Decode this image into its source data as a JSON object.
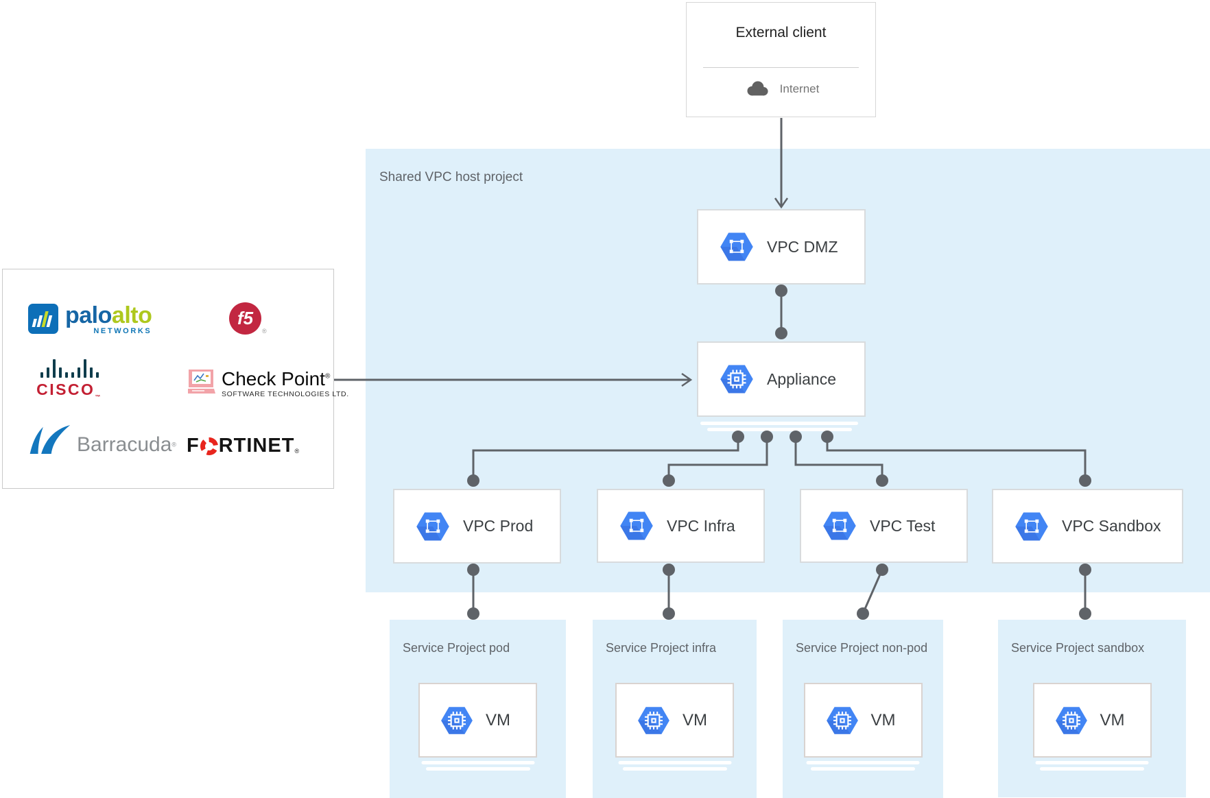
{
  "external_client": {
    "title": "External client",
    "network_label": "Internet"
  },
  "region": {
    "label": "Shared VPC host project"
  },
  "nodes": {
    "vpc_dmz": {
      "label": "VPC DMZ"
    },
    "appliance": {
      "label": "Appliance"
    }
  },
  "vpcs": [
    {
      "label": "VPC Prod"
    },
    {
      "label": "VPC Infra"
    },
    {
      "label": "VPC Test"
    },
    {
      "label": "VPC Sandbox"
    }
  ],
  "service_projects": [
    {
      "label": "Service Project pod",
      "vm": "VM"
    },
    {
      "label": "Service Project infra",
      "vm": "VM"
    },
    {
      "label": "Service Project non-pod",
      "vm": "VM"
    },
    {
      "label": "Service Project sandbox",
      "vm": "VM"
    }
  ],
  "vendors": {
    "palo_alto": {
      "word1": "palo",
      "word2": "alto",
      "sub": "NETWORKS"
    },
    "f5": {
      "text": "f5",
      "reg": "®"
    },
    "cisco": {
      "text": "CISCO",
      "tm": "™"
    },
    "check_point": {
      "name": "Check Point",
      "reg": "®",
      "sub": "SOFTWARE TECHNOLOGIES LTD."
    },
    "barracuda": {
      "name": "Barracuda",
      "reg": "®"
    },
    "fortinet": {
      "first": "F",
      "rest": "RTINET",
      "reg": "®"
    }
  },
  "colors": {
    "region_background": "#DFF0FA",
    "connector": "#5F6368",
    "hexagon_blue": "#4285F4",
    "hexagon_fold": "#3367D6",
    "node_text": "#3C4043",
    "muted_text": "#5F6368",
    "cisco_red": "#C32033",
    "f5_red": "#C22741",
    "fortinet_red": "#E8251D",
    "palo_blue": "#1666A5",
    "palo_green": "#AEC81E",
    "barracuda_blue": "#1377BE"
  }
}
